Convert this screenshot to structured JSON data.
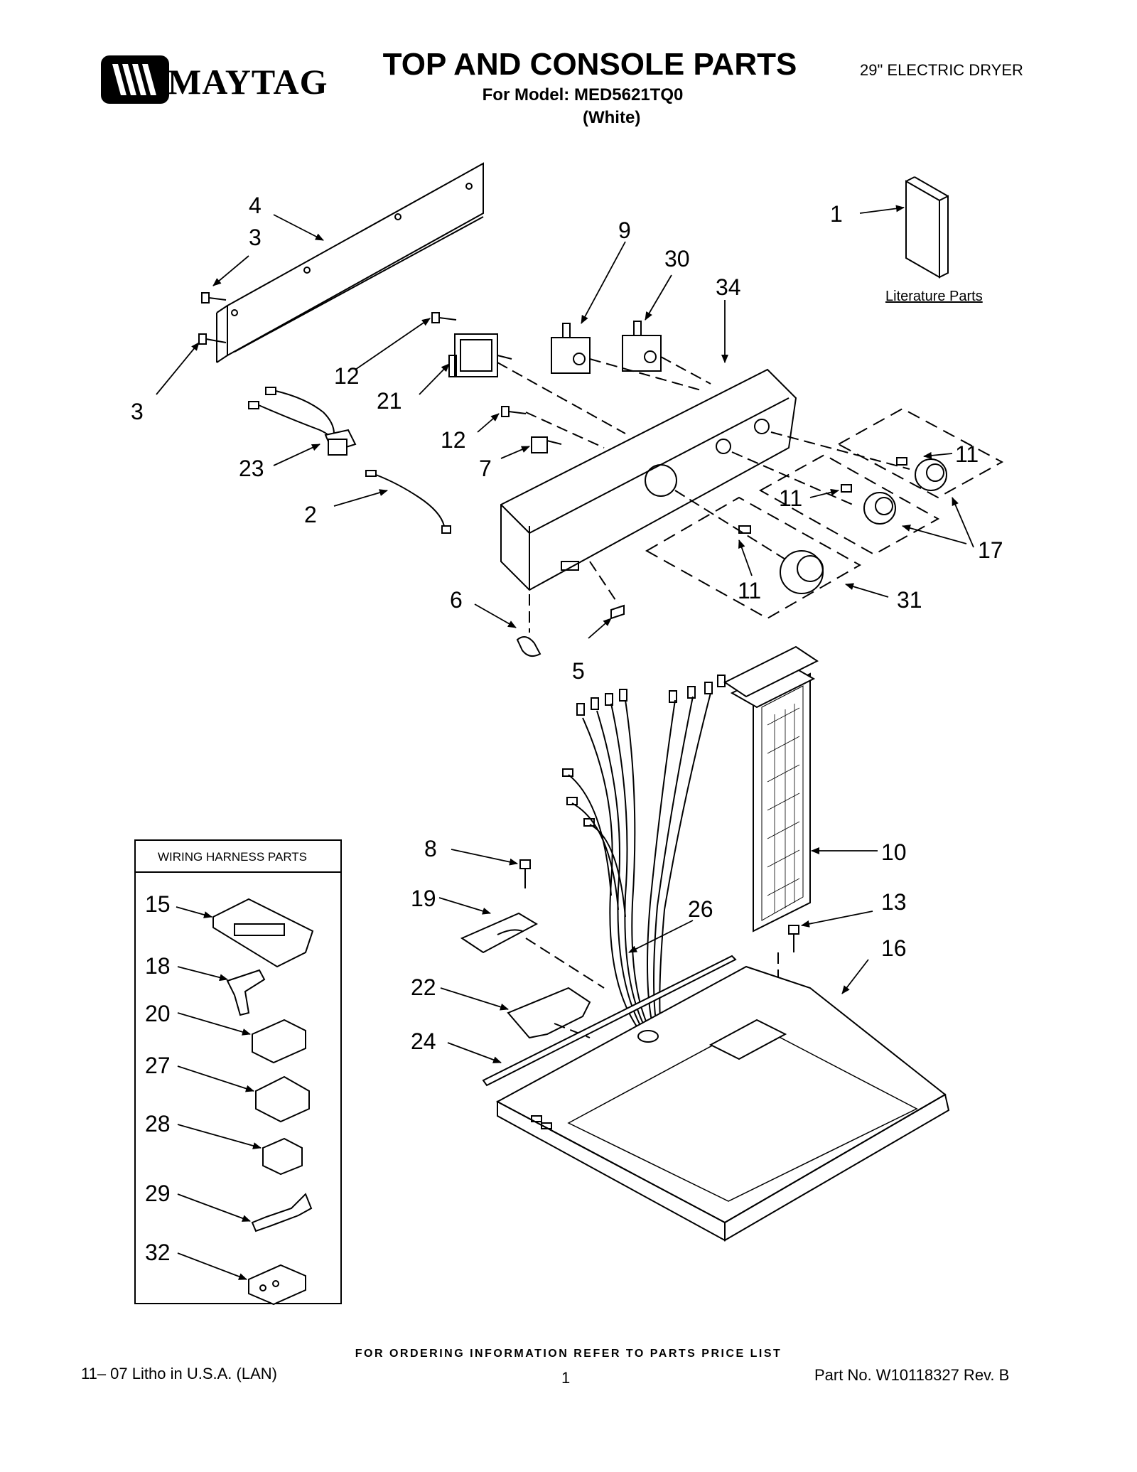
{
  "header": {
    "brand": "MAYTAG",
    "title": "TOP AND CONSOLE PARTS",
    "model_line": "For Model: MED5621TQ0",
    "color_line": "(White)",
    "product": "29\" ELECTRIC DRYER"
  },
  "literature_label": "Literature Parts",
  "wiring_box": {
    "title": "WIRING HARNESS PARTS",
    "callouts": [
      "15",
      "18",
      "20",
      "27",
      "28",
      "29",
      "32"
    ]
  },
  "callouts": {
    "c1": "1",
    "c2": "2",
    "c3a": "3",
    "c3b": "3",
    "c4": "4",
    "c5": "5",
    "c6": "6",
    "c7": "7",
    "c8": "8",
    "c9": "9",
    "c10": "10",
    "c11a": "11",
    "c11b": "11",
    "c11c": "11",
    "c12a": "12",
    "c12b": "12",
    "c13": "13",
    "c16": "16",
    "c17": "17",
    "c19": "19",
    "c21": "21",
    "c22": "22",
    "c23": "23",
    "c24": "24",
    "c26": "26",
    "c30": "30",
    "c31": "31",
    "c34": "34"
  },
  "footer": {
    "ordering": "FOR ORDERING INFORMATION REFER TO PARTS PRICE LIST",
    "litho": "11– 07 Litho in U.S.A. (LAN)",
    "page_number": "1",
    "part_no": "Part No. W10118327 Rev. B"
  }
}
